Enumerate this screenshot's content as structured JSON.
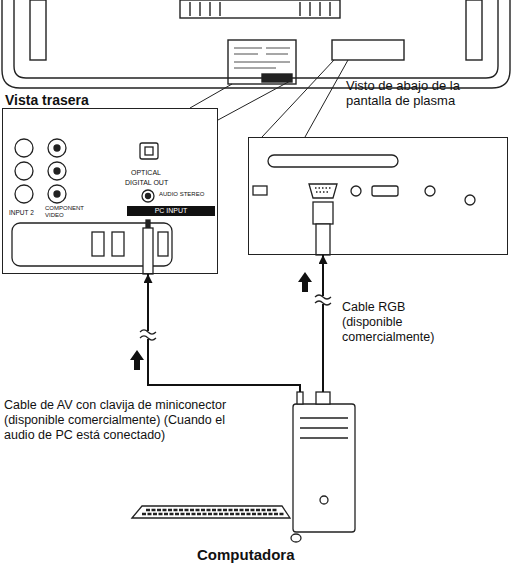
{
  "diagram": {
    "nodes": [
      {
        "text": [
          "Vista trasera"
        ]
      },
      {
        "text": [
          "OPTICAL",
          "DIGITAL OUT",
          "AUDIO STEREO",
          "INPUT 2",
          "COMPONENT VIDEO",
          "PC INPUT"
        ]
      },
      {
        "text": [
          "Visto de abajo de la pantalla de plasma"
        ]
      },
      {
        "text": [
          "Computadora"
        ]
      }
    ],
    "edges": [
      {
        "from": 3,
        "to": 1,
        "arrow": "to",
        "label": "Cable de AV con clavija de miniconector (disponible comercialmente) (Cuando el audio de PC está conectado)"
      },
      {
        "from": 3,
        "to": 2,
        "arrow": "to",
        "label": "Cable RGB (disponible comercialmente)"
      }
    ]
  }
}
